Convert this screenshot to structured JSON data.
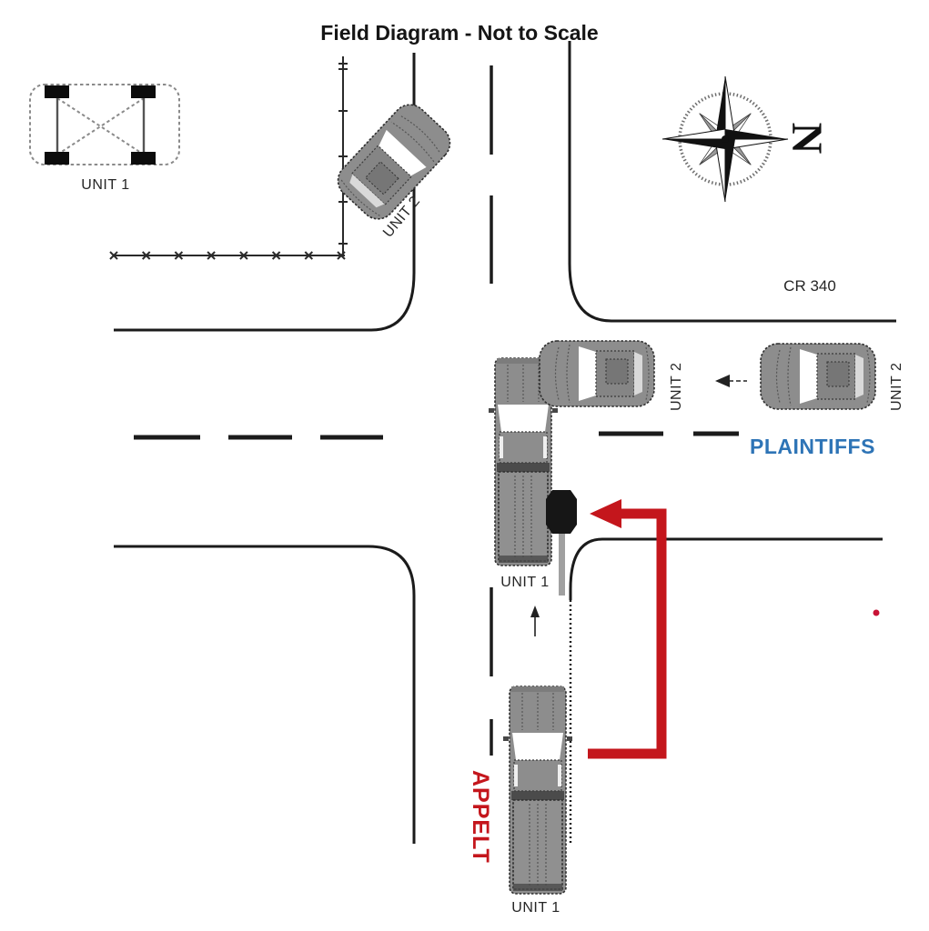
{
  "title": "Field Diagram - Not to Scale",
  "compass": {
    "north": "N"
  },
  "roads": {
    "name": "CR 340"
  },
  "parties": {
    "plaintiffs": "PLAINTIFFS",
    "appellant": "APPELT"
  },
  "vehicles": {
    "wireframe": "UNIT 1",
    "tilted": "UNIT 2",
    "impact_car": "UNIT 2",
    "approach_car": "UNIT 2",
    "intersection_truck": "UNIT 1",
    "approach_truck": "UNIT 1"
  },
  "colors": {
    "red": "#c4161c",
    "dotRed": "#c81336",
    "blue": "#2e74b6",
    "gray": "#8d8d8d",
    "ink": "#1b1b1b"
  }
}
